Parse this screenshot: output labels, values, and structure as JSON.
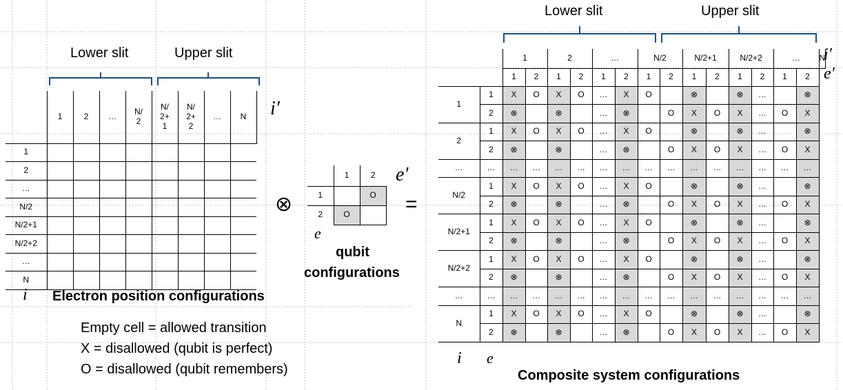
{
  "electron_matrix": {
    "slit_labels": {
      "lower": "Lower slit",
      "upper": "Upper slit"
    },
    "column_headers": [
      "1",
      "2",
      "…",
      "N/\n2",
      "N/\n2+\n1",
      "N/\n2+\n2",
      "…",
      "N"
    ],
    "row_headers": [
      "1",
      "2",
      "…",
      "N/2",
      "N/2+1",
      "N/2+2",
      "…",
      "N"
    ],
    "col_index_symbol": "i′",
    "row_index_symbol": "i",
    "caption": "Electron position configurations"
  },
  "tensor_symbol": "⊗",
  "equals_symbol": "=",
  "qubit_matrix": {
    "column_headers": [
      "1",
      "2"
    ],
    "row_headers": [
      "1",
      "2"
    ],
    "cells": [
      [
        "",
        "O"
      ],
      [
        "O",
        ""
      ]
    ],
    "col_index_symbol": "e′",
    "row_index_symbol": "e",
    "caption_line1": "qubit",
    "caption_line2": "configurations"
  },
  "legend": [
    "Empty cell = allowed transition",
    "X = disallowed (qubit is perfect)",
    "O = disallowed (qubit remembers)"
  ],
  "composite_matrix": {
    "slit_labels": {
      "lower": "Lower slit",
      "upper": "Upper slit"
    },
    "i_prime_headers": [
      "1",
      "2",
      "…",
      "N/2",
      "N/2+1",
      "N/2+2",
      "…",
      "N"
    ],
    "e_prime_headers": [
      "1",
      "2",
      "1",
      "2",
      "1",
      "2",
      "1",
      "2",
      "1",
      "2",
      "1",
      "2",
      "1",
      "2"
    ],
    "i_row_headers": [
      "1",
      "2",
      "…",
      "N/2",
      "N/2+1",
      "N/2+2",
      "…",
      "N"
    ],
    "e_row_headers": [
      "1",
      "2"
    ],
    "ellipsis_row_label": "…",
    "row_pattern_e1": [
      "X",
      "O",
      "X",
      "O",
      "…",
      "X",
      "O",
      "",
      "⊗",
      "",
      "⊗",
      "…",
      "",
      "⊗"
    ],
    "row_pattern_e2": [
      "⊗",
      "",
      "⊗",
      "",
      "…",
      "⊗",
      "",
      "O",
      "X",
      "O",
      "X",
      "…",
      "O",
      "X"
    ],
    "row_pattern_ellipsis": [
      "…",
      "…",
      "…",
      "…",
      "…",
      "…",
      "…",
      "…",
      "…",
      "…",
      "…",
      "…",
      "…",
      "…"
    ],
    "i_prime_symbol": "i′",
    "e_prime_symbol": "e′",
    "i_symbol": "i",
    "e_symbol": "e",
    "caption": "Composite system configurations"
  }
}
